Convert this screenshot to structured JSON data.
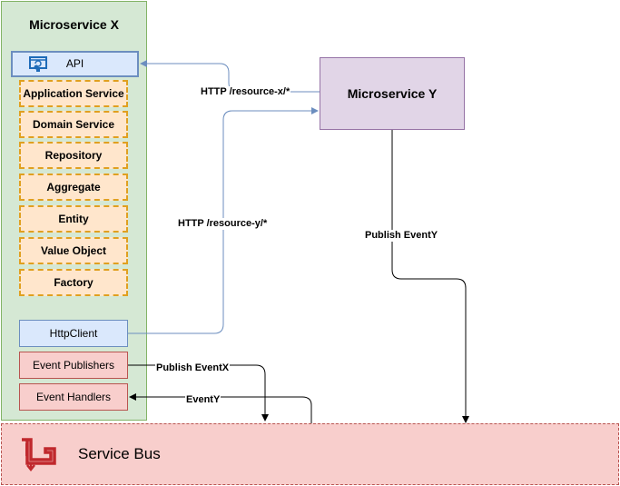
{
  "microservice_x": {
    "title": "Microservice X",
    "api_label": "API",
    "layers": [
      "Application Service",
      "Domain Service",
      "Repository",
      "Aggregate",
      "Entity",
      "Value Object",
      "Factory"
    ],
    "httpclient_label": "HttpClient",
    "event_publishers_label": "Event Publishers",
    "event_handlers_label": "Event Handlers"
  },
  "microservice_y": {
    "title": "Microservice Y"
  },
  "service_bus": {
    "title": "Service Bus"
  },
  "edges": {
    "http_x": "HTTP /resource-x/*",
    "http_y": "HTTP /resource-y/*",
    "publish_y": "Publish EventY",
    "publish_x": "Publish EventX",
    "event_y": "EventY"
  },
  "colors": {
    "container": "#d5e8d4",
    "api": "#dae8fc",
    "layer": "#ffe6cc",
    "layer_border": "#e0a020",
    "event_box": "#f8cecc",
    "microservice_y": "#e1d5e7",
    "bus_icon": "#c0282d",
    "http_edge": "#6c8ebf"
  },
  "icons": {
    "api": "api-monitor-icon",
    "bus": "service-bus-icon"
  }
}
